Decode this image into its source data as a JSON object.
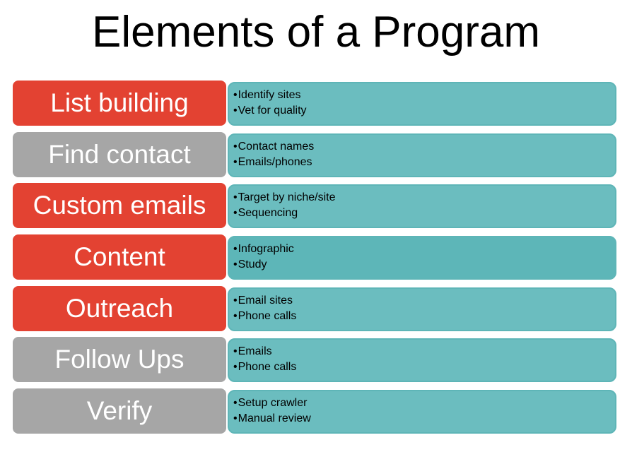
{
  "title": "Elements of a Program",
  "colors": {
    "active": "#e34232",
    "inactive": "#a6a6a6",
    "detail": "#6bbdbf"
  },
  "rows": [
    {
      "label": "List building",
      "status": "active",
      "bullets": [
        "Identify sites",
        "Vet for quality"
      ]
    },
    {
      "label": "Find contact",
      "status": "inactive",
      "bullets": [
        "Contact names",
        "Emails/phones"
      ]
    },
    {
      "label": "Custom emails",
      "status": "active",
      "bullets": [
        "Target by niche/site",
        "Sequencing"
      ]
    },
    {
      "label": "Content",
      "status": "active",
      "bullets": [
        "Infographic",
        "Study"
      ]
    },
    {
      "label": "Outreach",
      "status": "active",
      "bullets": [
        "Email sites",
        "Phone calls"
      ]
    },
    {
      "label": "Follow Ups",
      "status": "inactive",
      "bullets": [
        "Emails",
        "Phone calls"
      ]
    },
    {
      "label": "Verify",
      "status": "inactive",
      "bullets": [
        "Setup crawler",
        "Manual review"
      ]
    }
  ]
}
